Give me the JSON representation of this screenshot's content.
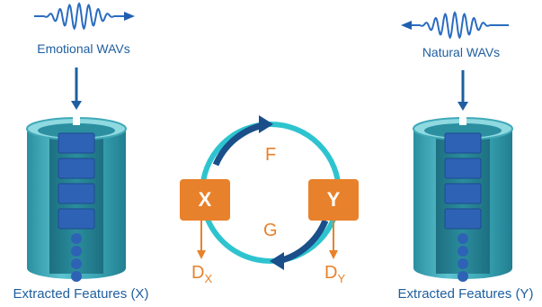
{
  "left_input": {
    "label": "Emotional WAVs"
  },
  "right_input": {
    "label": "Natural WAVs"
  },
  "left_output": {
    "label": "Extracted Features (X)"
  },
  "right_output": {
    "label": "Extracted Features (Y)"
  },
  "cycle": {
    "box_x": "X",
    "box_y": "Y",
    "forward_mapping": "F",
    "backward_mapping": "G",
    "discriminator_x": {
      "main": "D",
      "sub": "X"
    },
    "discriminator_y": {
      "main": "D",
      "sub": "Y"
    }
  },
  "colors": {
    "wave_blue": "#2060b0",
    "cylinder_teal": "#3fa9b8",
    "block_blue": "#2e62b5",
    "ring_teal": "#2ec4cf",
    "ring_dark": "#1a4f8a",
    "accent_orange": "#e8812b",
    "text_blue": "#1f5fa0"
  },
  "icons": [
    "waveform-icon",
    "arrow-down-icon",
    "cylinder-icon",
    "cycle-arrow-icon"
  ]
}
